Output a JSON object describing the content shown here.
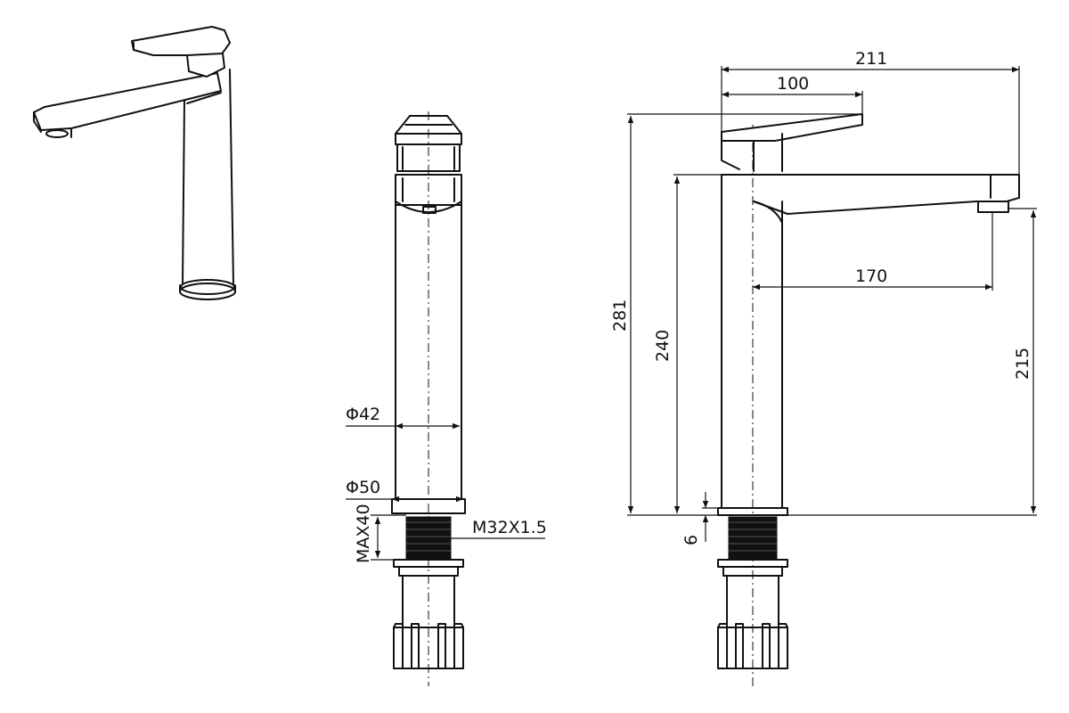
{
  "dimensions": {
    "side": {
      "overall_width": "211",
      "handle_length": "100",
      "spout_reach": "170",
      "overall_height": "281",
      "spout_height": "240",
      "outlet_height": "215",
      "base_thickness": "6"
    },
    "front": {
      "body_diameter": "Φ42",
      "base_diameter": "Φ50",
      "thread": "M32X1.5",
      "max_counter_thickness": "MAX40"
    }
  }
}
